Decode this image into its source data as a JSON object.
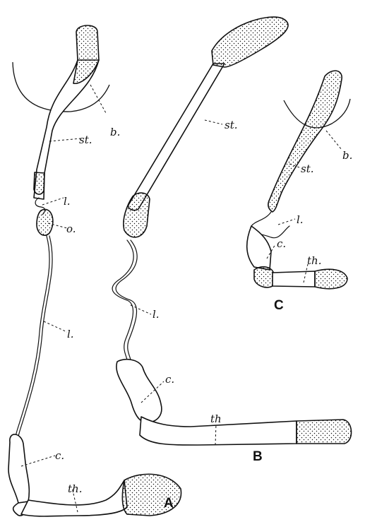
{
  "labels": {
    "b": "b.",
    "st": "st.",
    "l": "l.",
    "o": "o.",
    "c": "c.",
    "th": "th.",
    "th_nodot": "th",
    "A": "A",
    "B": "B",
    "C": "C"
  }
}
